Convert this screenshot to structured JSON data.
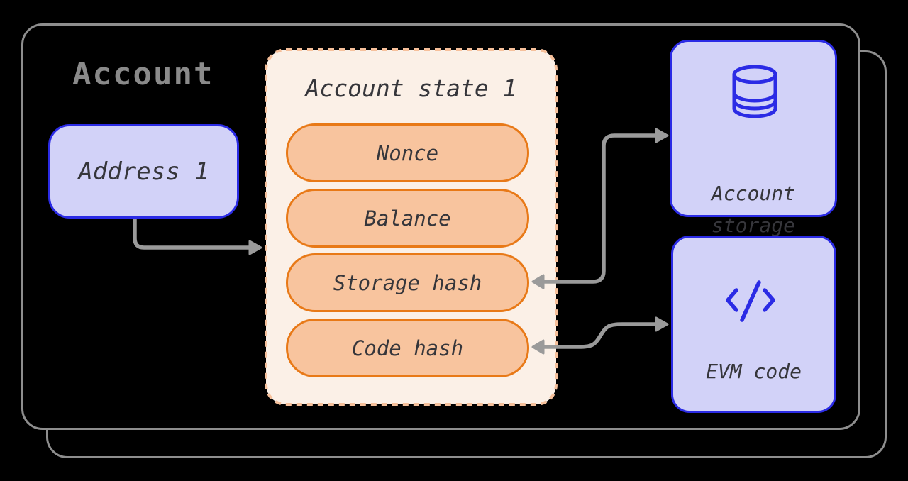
{
  "diagram": {
    "title": "Account",
    "address_box": {
      "label": "Address 1"
    },
    "state_box": {
      "title": "Account state 1",
      "fields": [
        "Nonce",
        "Balance",
        "Storage hash",
        "Code hash"
      ]
    },
    "storage_box": {
      "line1": "Account",
      "line2": "storage",
      "icon": "database-icon"
    },
    "evm_box": {
      "label": "EVM code",
      "icon": "code-icon"
    },
    "colors": {
      "accent_blue": "#2B2BE5",
      "lavender_fill": "#D2D2F8",
      "orange_border": "#E87917",
      "orange_fill": "#F8C49E",
      "cream_fill": "#FBF0E7",
      "dash_orange": "#F6C09B",
      "container_gray": "#8E8E8E",
      "arrow_gray": "#9A9A9A",
      "title_gray": "#8A8A8A",
      "text_dark": "#36363B",
      "background": "#000000"
    }
  }
}
